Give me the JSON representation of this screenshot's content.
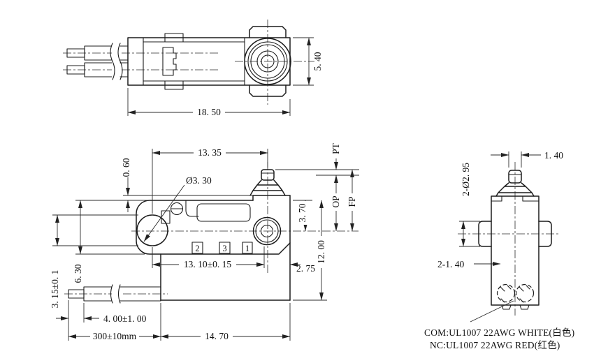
{
  "drawing": {
    "top_view": {
      "dim_length": "18. 50",
      "dim_height": "5. 40"
    },
    "front_view": {
      "dim_top_width": "13. 35",
      "dim_step": "0. 60",
      "dim_hole_dia": "Ø3. 30",
      "label_pt": "PT",
      "label_op": "OP",
      "label_fp": "FP",
      "dim_plunger_to_center": "3. 70",
      "dim_total_height": "12. 00",
      "dim_hole_pitch": "13. 10±0. 15",
      "dim_edge_offset": "2. 75",
      "dim_body_height": "6. 30",
      "dim_hole_height": "3. 15±0. 1",
      "dim_strip_length": "4. 00±1. 00",
      "dim_wire_length": "300±10mm",
      "dim_base_width": "14. 70",
      "terminals": [
        "2",
        "3",
        "1"
      ]
    },
    "side_view": {
      "dim_tip_width": "1. 40",
      "dim_boss_dia": "2-Ø2. 95",
      "dim_slot": "2-1. 40",
      "wire_note_com": "COM:UL1007 22AWG WHITE(白色)",
      "wire_note_nc": "NC:UL1007 22AWG RED(红色)"
    }
  }
}
